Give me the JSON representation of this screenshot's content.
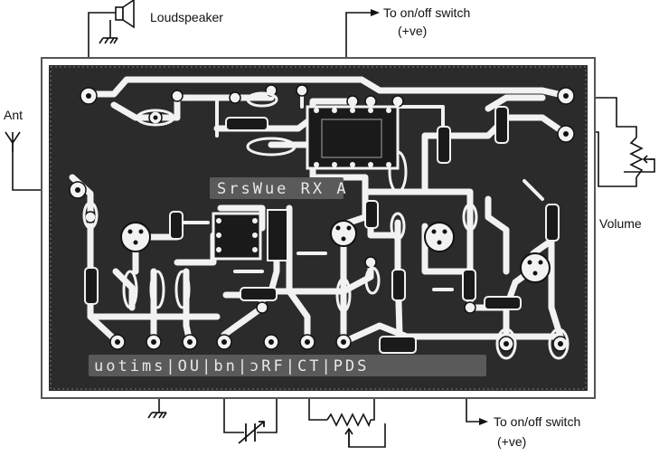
{
  "labels": {
    "loudspeaker": "Loudspeaker",
    "switch_top": "To on/off switch",
    "switch_top_polarity": "(+ve)",
    "antenna": "Ant",
    "volume": "Volume",
    "switch_bottom": "To on/off switch",
    "switch_bottom_polarity": "(+ve)"
  },
  "board_text": {
    "title": "SrsWue RX A",
    "footer": "uotims|OU|bn|ɔRF|CT|PDS"
  },
  "colors": {
    "board": "#2b2b2b",
    "copper": "#f2f2f2",
    "ink": "#111111"
  }
}
